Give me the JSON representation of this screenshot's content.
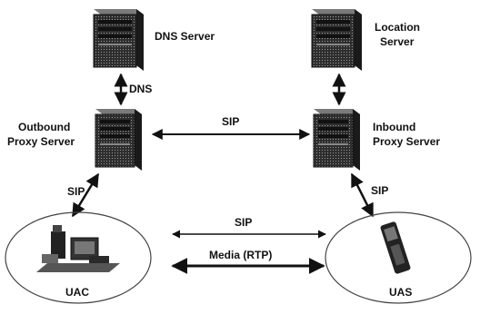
{
  "labels": {
    "dns_server": "DNS Server",
    "location_server_line1": "Location",
    "location_server_line2": "Server",
    "outbound_line1": "Outbound",
    "outbound_line2": "Proxy Server",
    "inbound_line1": "Inbound",
    "inbound_line2": "Proxy Server",
    "uac": "UAC",
    "uas": "UAS"
  },
  "connections": {
    "dns_link": "DNS",
    "proxy_sip": "SIP",
    "uac_sip": "SIP",
    "uas_sip": "SIP",
    "ua_sip": "SIP",
    "media": "Media (RTP)"
  },
  "colors": {
    "line": "#111111",
    "server_body": "#3a3a3a",
    "server_dark": "#1a1a1a",
    "server_light": "#8a8a8a",
    "ellipse": "#555555"
  }
}
